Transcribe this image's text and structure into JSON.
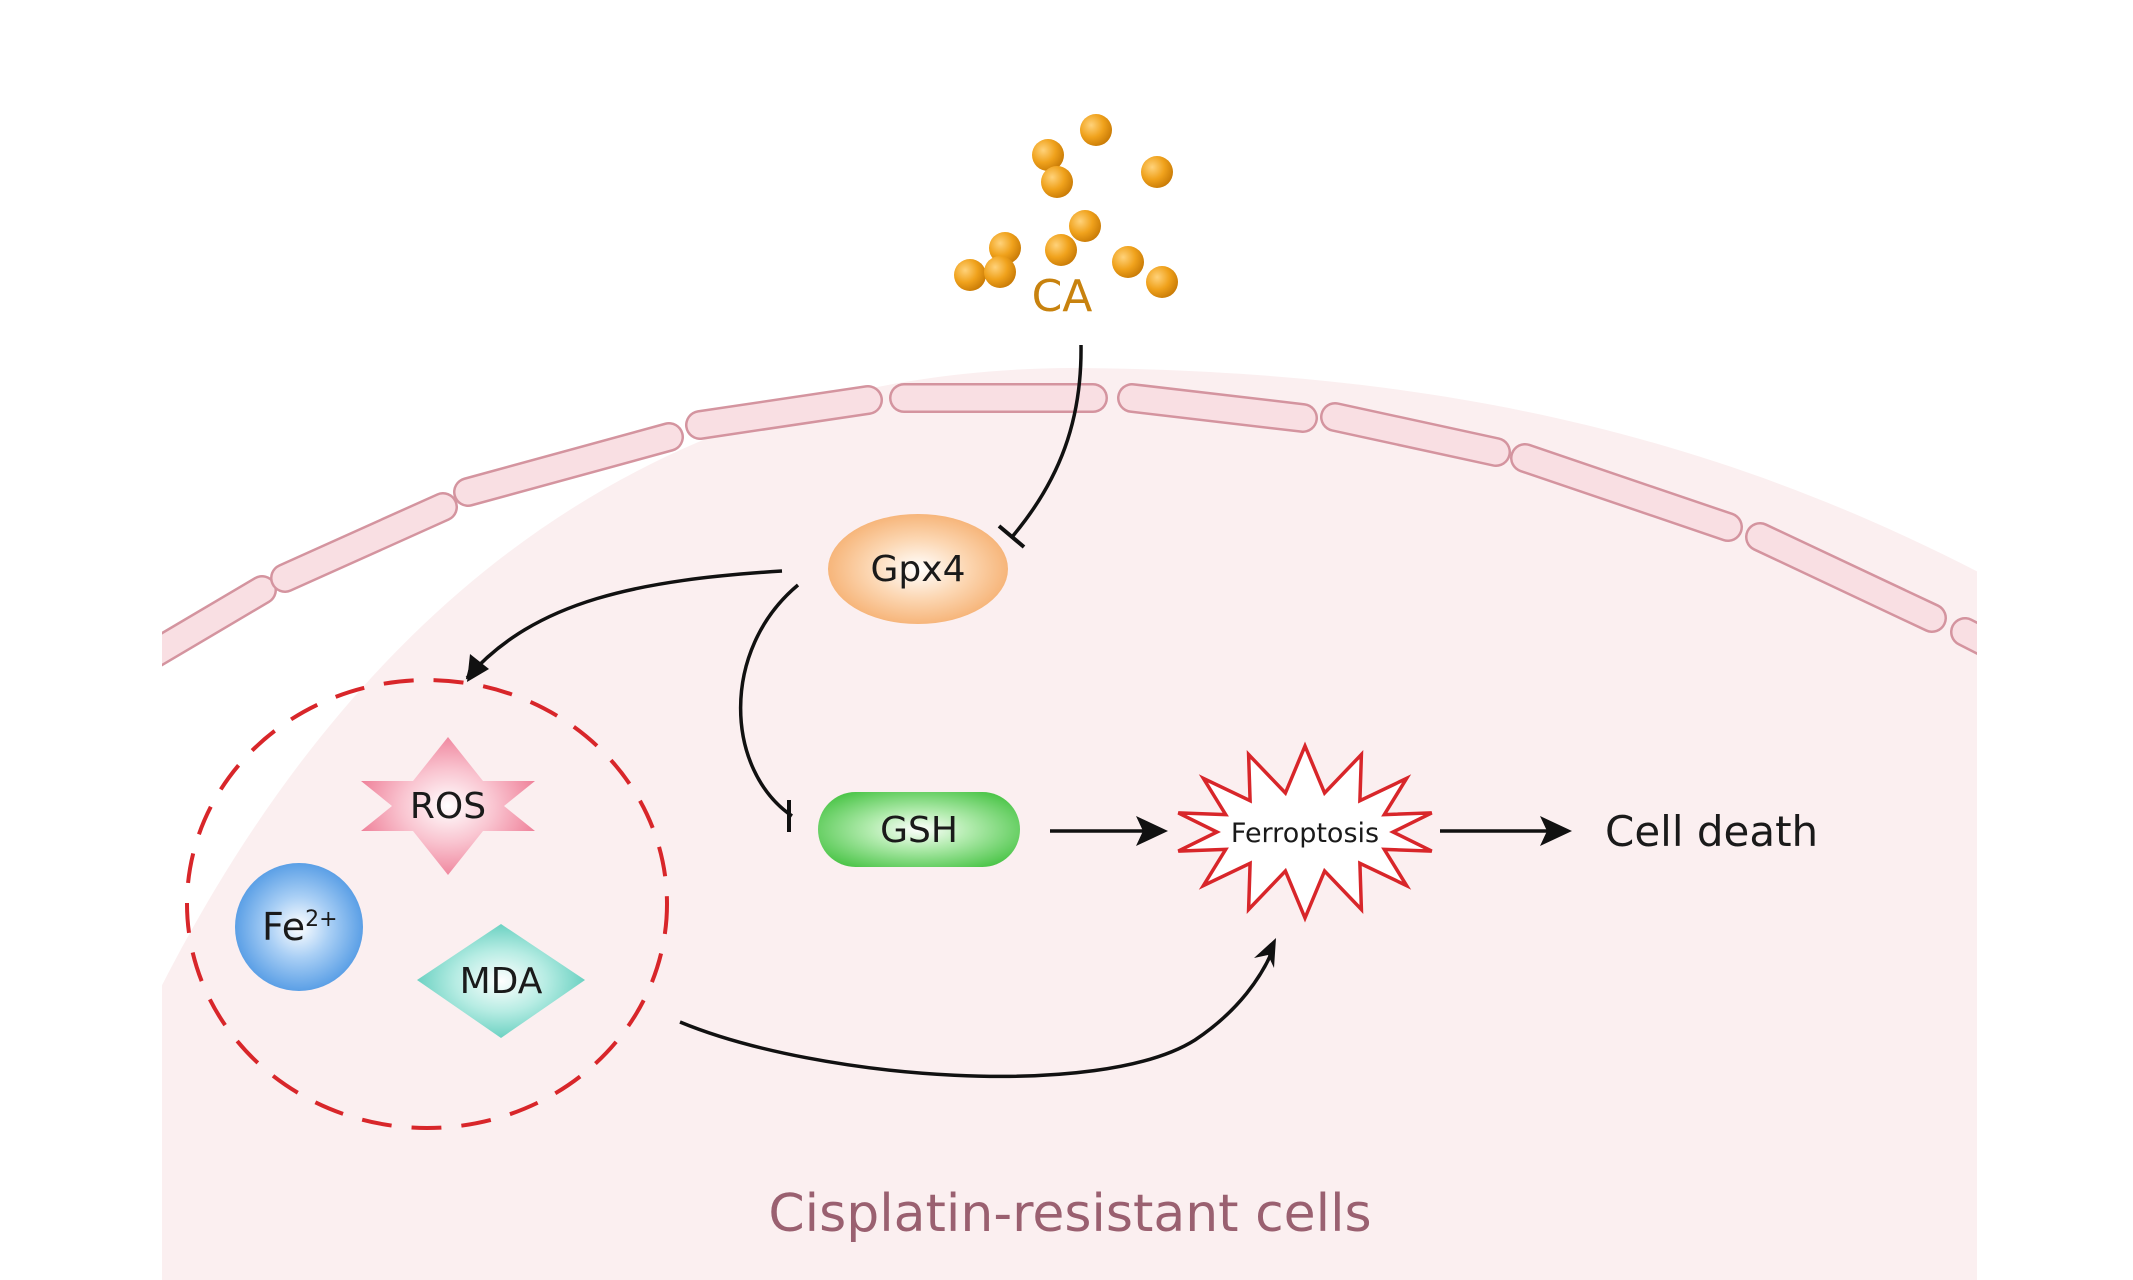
{
  "compound": {
    "label": "CA"
  },
  "nodes": {
    "gpx4": "Gpx4",
    "gsh": "GSH",
    "ferroptosis": "Ferroptosis",
    "cell_death": "Cell death"
  },
  "cluster": {
    "ros": "ROS",
    "fe": "Fe",
    "fe_charge": "2+",
    "mda": "MDA"
  },
  "cell_label": "Cisplatin-resistant cells",
  "colors": {
    "cell_fill": "#fbeff0",
    "membrane_fill": "#f9dfe3",
    "membrane_stroke": "#d4949f",
    "particle": "#f0a21c",
    "ca_text": "#c8820e",
    "gpx4": "#f7b57a",
    "gsh": "#5fce5c",
    "ros": "#ee7e96",
    "fe": "#4a98e6",
    "mda": "#5fcfbf",
    "dashed_circle": "#d8262a",
    "burst": "#d8262a",
    "cell_label": "#9a6070"
  }
}
